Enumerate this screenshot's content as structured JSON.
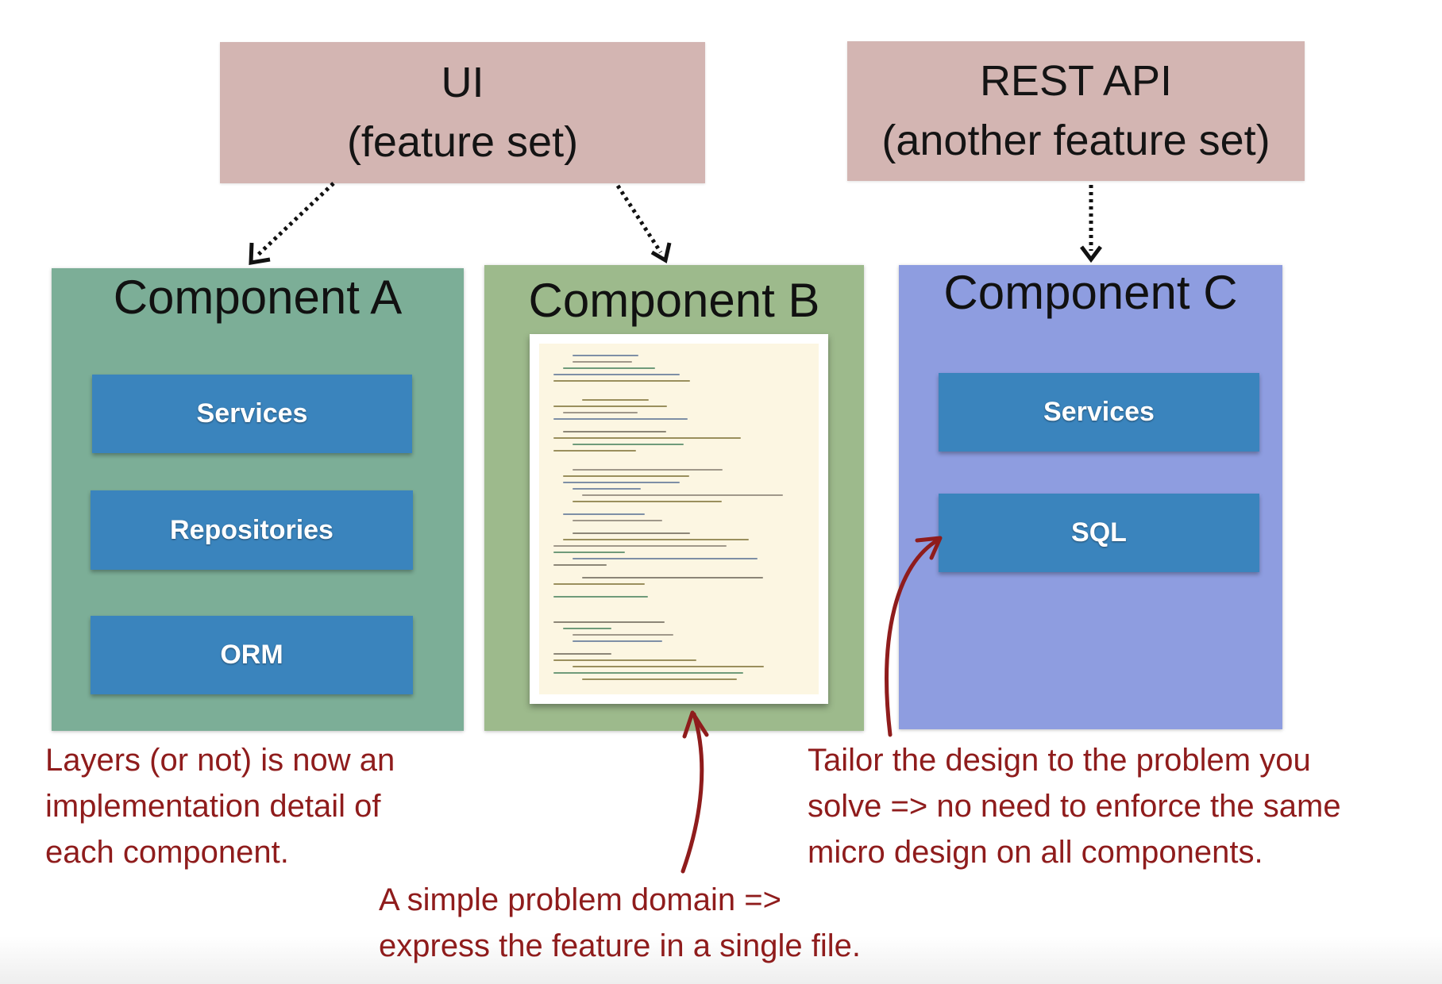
{
  "feature_sets": [
    {
      "title": "UI",
      "subtitle": "(feature set)"
    },
    {
      "title": "REST API",
      "subtitle": "(another feature set)"
    }
  ],
  "components": [
    {
      "title": "Component A",
      "color": "#7cae97",
      "layers": [
        "Services",
        "Repositories",
        "ORM"
      ]
    },
    {
      "title": "Component B",
      "color": "#9dba8c",
      "content": "single source code file"
    },
    {
      "title": "Component C",
      "color": "#8e9de0",
      "layers": [
        "Services",
        "SQL"
      ]
    }
  ],
  "notes": {
    "layers": [
      "Layers (or not) is now an",
      "implementation detail of",
      "each component."
    ],
    "single_file": [
      "A simple problem domain =>",
      "express the feature in a single file."
    ],
    "tailor": [
      "Tailor the design to the problem you",
      "solve => no need to enforce the same",
      "micro design on all components."
    ]
  },
  "colors": {
    "feature_box": "#d3b5b2",
    "layer_box": "#3a84bd",
    "annotation": "#8f1c1c",
    "dotted_arrow": "#111111"
  },
  "icons": [
    "dotted-arrow",
    "curved-arrow"
  ]
}
